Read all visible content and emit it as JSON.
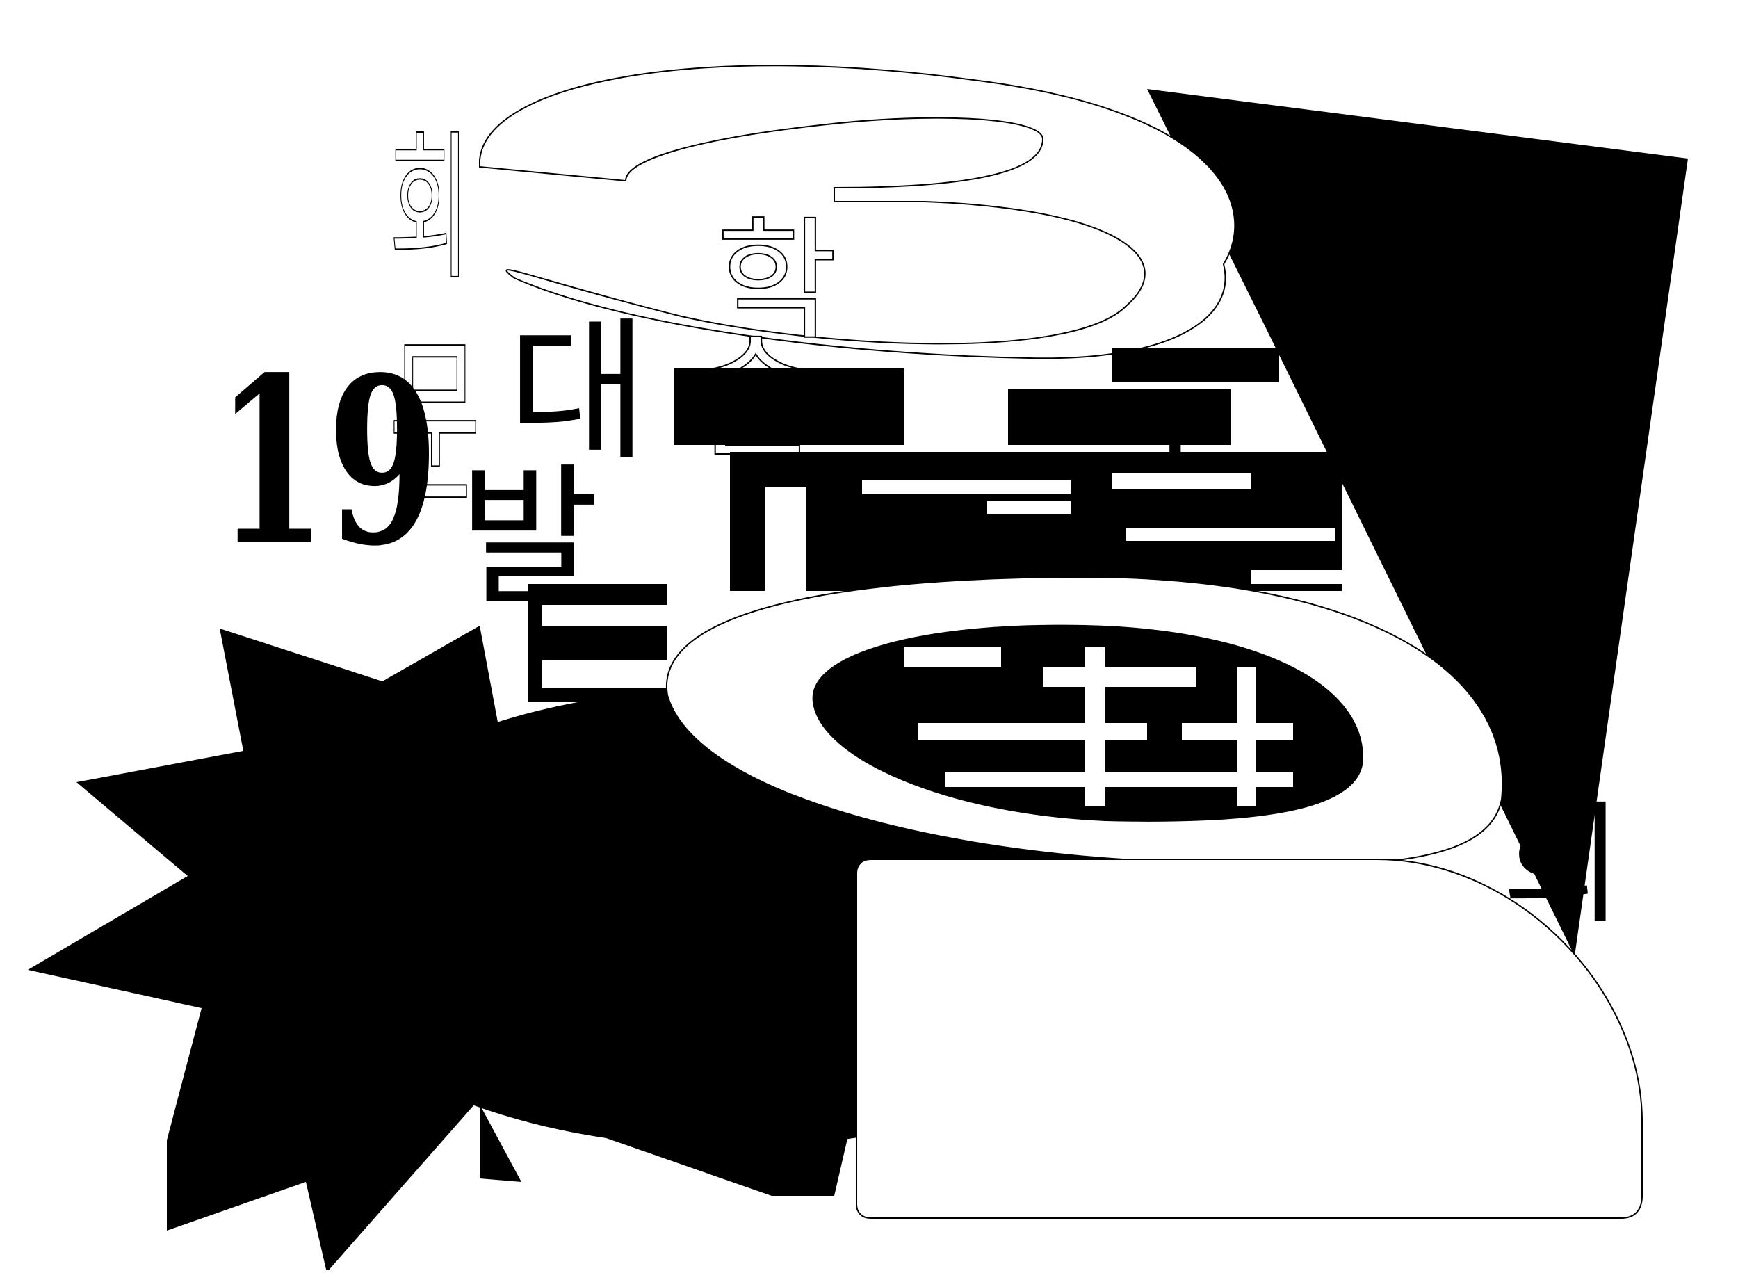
{
  "poster": {
    "number_small": "19",
    "vertical_text": "회",
    "korean_lines": [
      "학",
      "술",
      "대",
      "회",
      "발",
      "표",
      "논",
      "문"
    ],
    "big_numeral_top": "3",
    "big_numeral_middle": "0",
    "colors": {
      "background": "#ffffff",
      "ink": "#000000"
    }
  }
}
